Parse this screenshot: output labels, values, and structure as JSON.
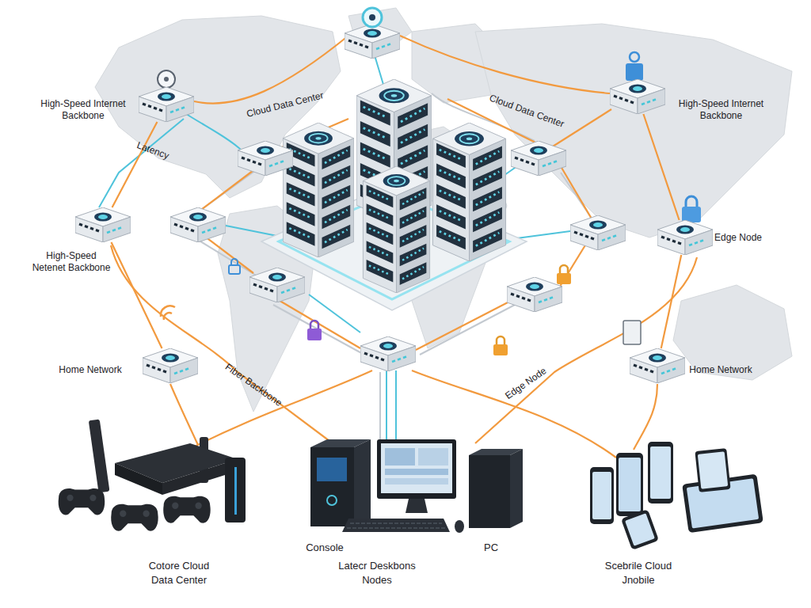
{
  "diagram": {
    "nodes": [
      {
        "text": [
          "High-Speed Internet Backbone"
        ]
      },
      {
        "text": [
          "High-Speed Internet Backbone"
        ]
      },
      {
        "text": [
          "High-Speed Netenet Backbone"
        ]
      },
      {
        "text": [
          "Edge Node"
        ]
      },
      {
        "text": [
          "Home Network"
        ]
      },
      {
        "text": [
          "Home Network"
        ]
      }
    ],
    "edges": [
      {
        "from": 0,
        "to": 2,
        "arrow": "none"
      },
      {
        "from": 1,
        "to": 3,
        "arrow": "none"
      },
      {
        "from": 2,
        "to": 4,
        "arrow": "none"
      },
      {
        "from": 3,
        "to": 5,
        "arrow": "none"
      }
    ],
    "labels": [
      "Cloud Data Center",
      "Cloud Data Center",
      "Latency",
      "Fiber Backbone",
      "Edge Node",
      "Console",
      "PC",
      "Cotore Cloud Data Center",
      "Latecr Deskbons Nodes",
      "Scebrile Cloud Jnobile"
    ]
  }
}
